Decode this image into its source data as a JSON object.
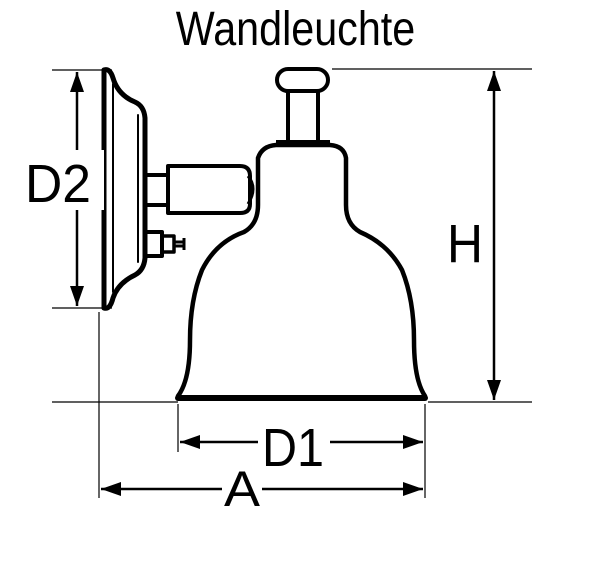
{
  "title": "Wandleuchte",
  "dimensions": {
    "d2": "D2",
    "h": "H",
    "d1": "D1",
    "a": "A"
  }
}
